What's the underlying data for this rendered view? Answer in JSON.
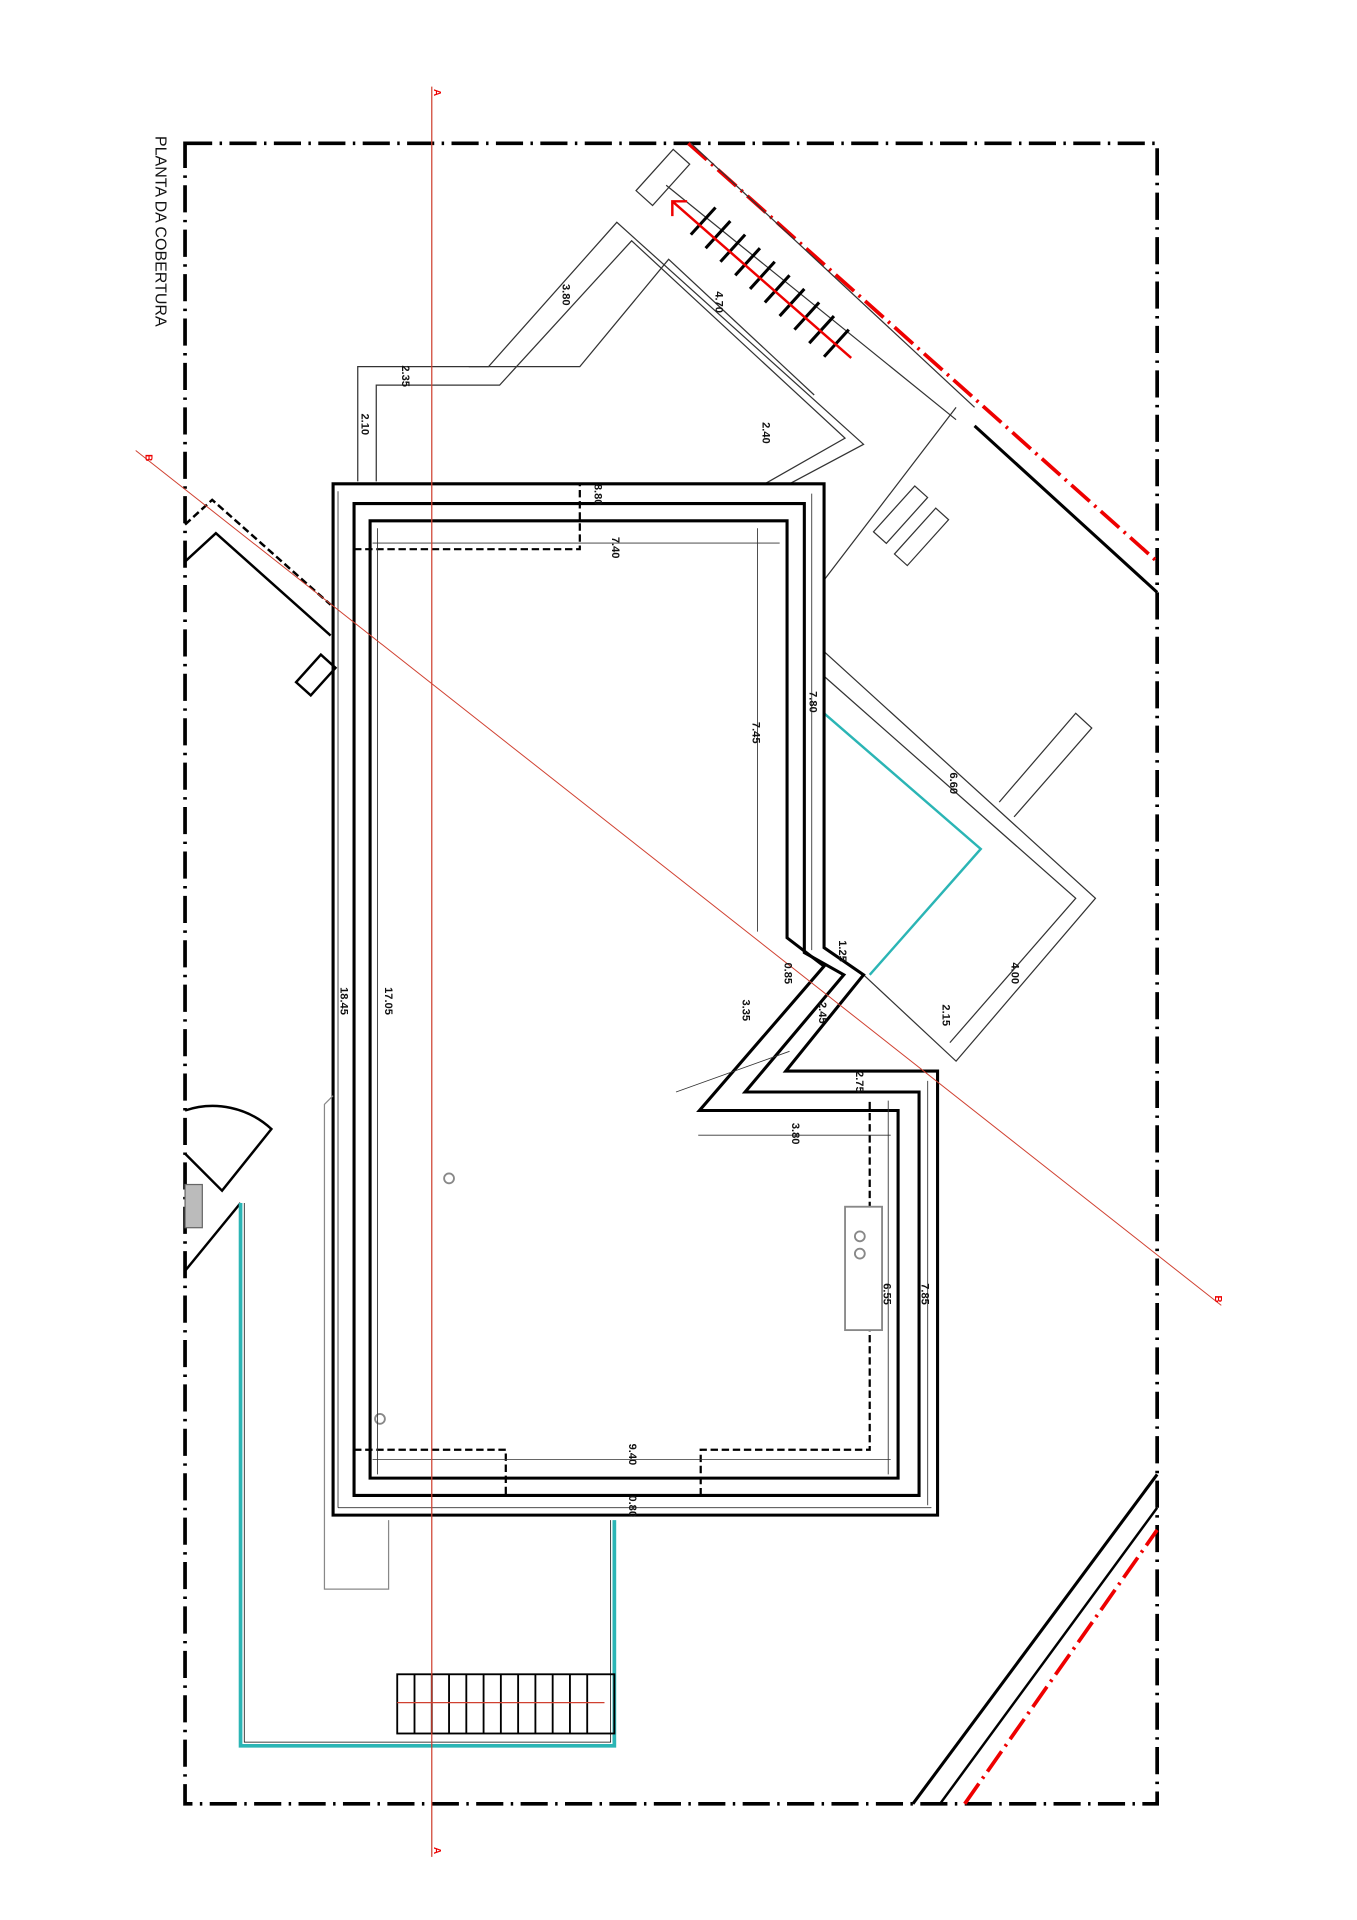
{
  "title": "PLANTA DA COBERTURA",
  "section_markers": {
    "a_top": "A",
    "a_bottom": "A",
    "b_left": "B",
    "b_right": "B"
  },
  "dimensions": [
    "3.80",
    "4.70",
    "2.35",
    "2.10",
    "2.40",
    "8.80",
    "7.40",
    "7.80",
    "7.45",
    "6.60",
    "0.85",
    "1.25",
    "3.35",
    "2.45",
    "2.15",
    "4.00",
    "2.75",
    "3.80",
    "6.55",
    "7.85",
    "17.05",
    "18.45",
    "9.40",
    "0.80"
  ],
  "colors": {
    "section_line": "#d04030",
    "property_line": "#e00000",
    "glass": "#2bb5b5",
    "wall": "#000000",
    "fixture": "#888888"
  }
}
